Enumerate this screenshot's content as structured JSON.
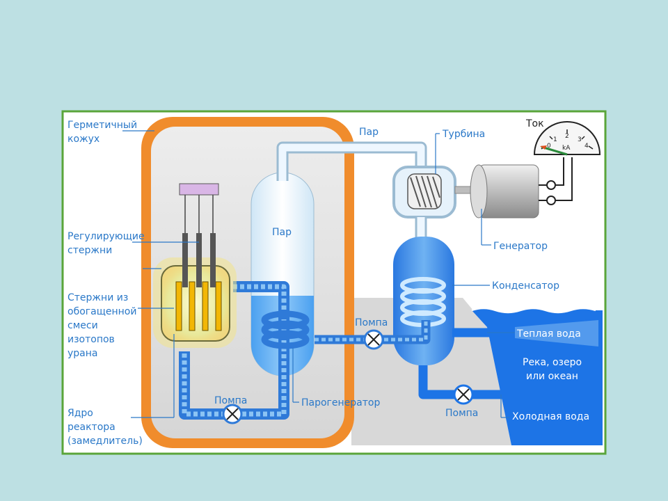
{
  "labels": {
    "casing": [
      "Герметичный",
      "кожух"
    ],
    "control_rods": [
      "Регулирующие",
      "стержни"
    ],
    "fuel_rods": [
      "Стержни из",
      "обогащенной",
      "смеси",
      "изотопов",
      "урана"
    ],
    "core": [
      "Ядро",
      "реактора",
      "(замедлитель)"
    ],
    "steam_in_vessel": "Пар",
    "steam_pipe": "Пар",
    "turbine": "Турбина",
    "generator": "Генератор",
    "condenser": "Конденсатор",
    "pump_primary": "Помпа",
    "pump_secondary": "Помпа",
    "pump_river": "Помпа",
    "steam_generator": "Парогенератор",
    "warm_water": "Теплая вода",
    "water_body": [
      "Река, озеро",
      "или океан"
    ],
    "cold_water": "Холодная вода",
    "current": "Ток",
    "meter_unit": "kA",
    "meter_ticks": [
      "0",
      "1",
      "2",
      "3",
      "4"
    ]
  },
  "colors": {
    "background": "#bde0e3",
    "frame": "#5aa53a",
    "casing": "#f08c2c",
    "water": "#3a8ee6",
    "label": "#2a78c8"
  }
}
